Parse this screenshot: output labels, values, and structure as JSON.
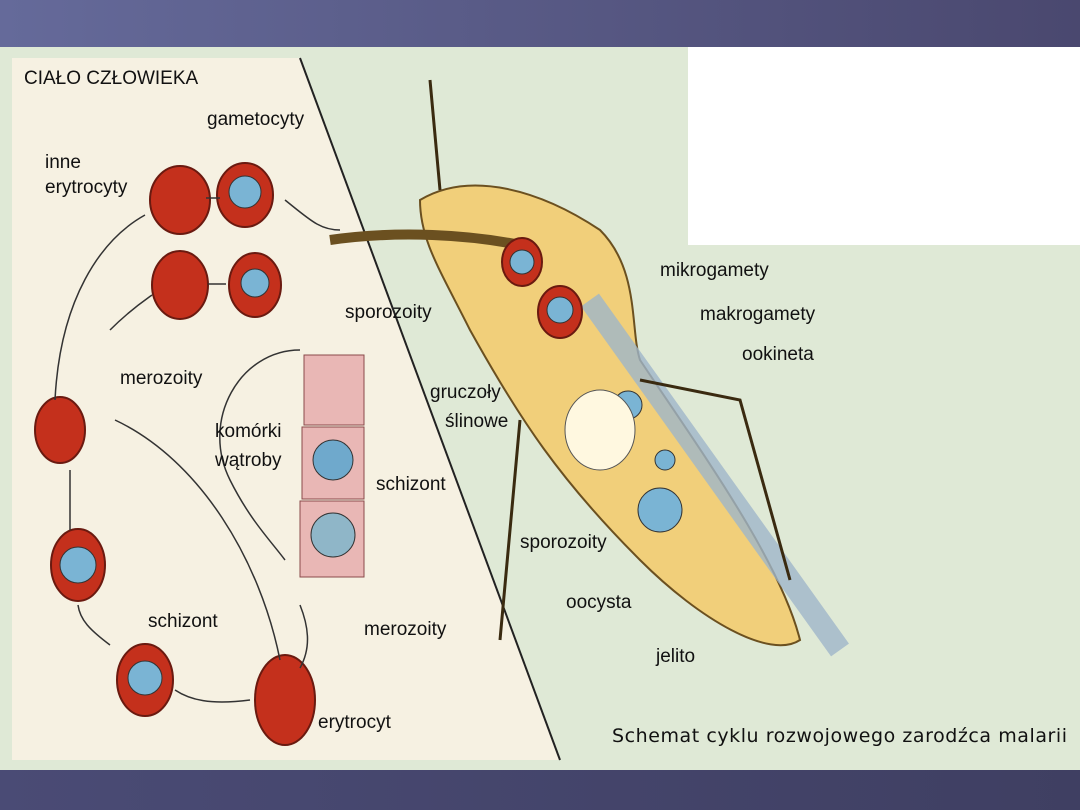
{
  "figure": {
    "section_title": "CIAŁO CZŁOWIEKA",
    "labels": {
      "gametocyty": "gametocyty",
      "inne_erytrocyty_1": "inne",
      "inne_erytrocyty_2": "erytrocyty",
      "merozoity_left": "merozoity",
      "sporozoity_top": "sporozoity",
      "komorki_1": "komórki",
      "komorki_2": "wątroby",
      "schizont_liver": "schizont",
      "merozoity_bottom": "merozoity",
      "schizont_blood": "schizont",
      "erytrocyt": "erytrocyt",
      "gruczoly_1": "gruczoły",
      "gruczoly_2": "ślinowe",
      "mikrogamety": "mikrogamety",
      "makrogamety": "makrogamety",
      "ookineta": "ookineta",
      "sporozoity_mosquito": "sporozoity",
      "oocysta": "oocysta",
      "jelito": "jelito"
    },
    "caption": "Schemat cyklu rozwojowego zarodźca malarii"
  }
}
